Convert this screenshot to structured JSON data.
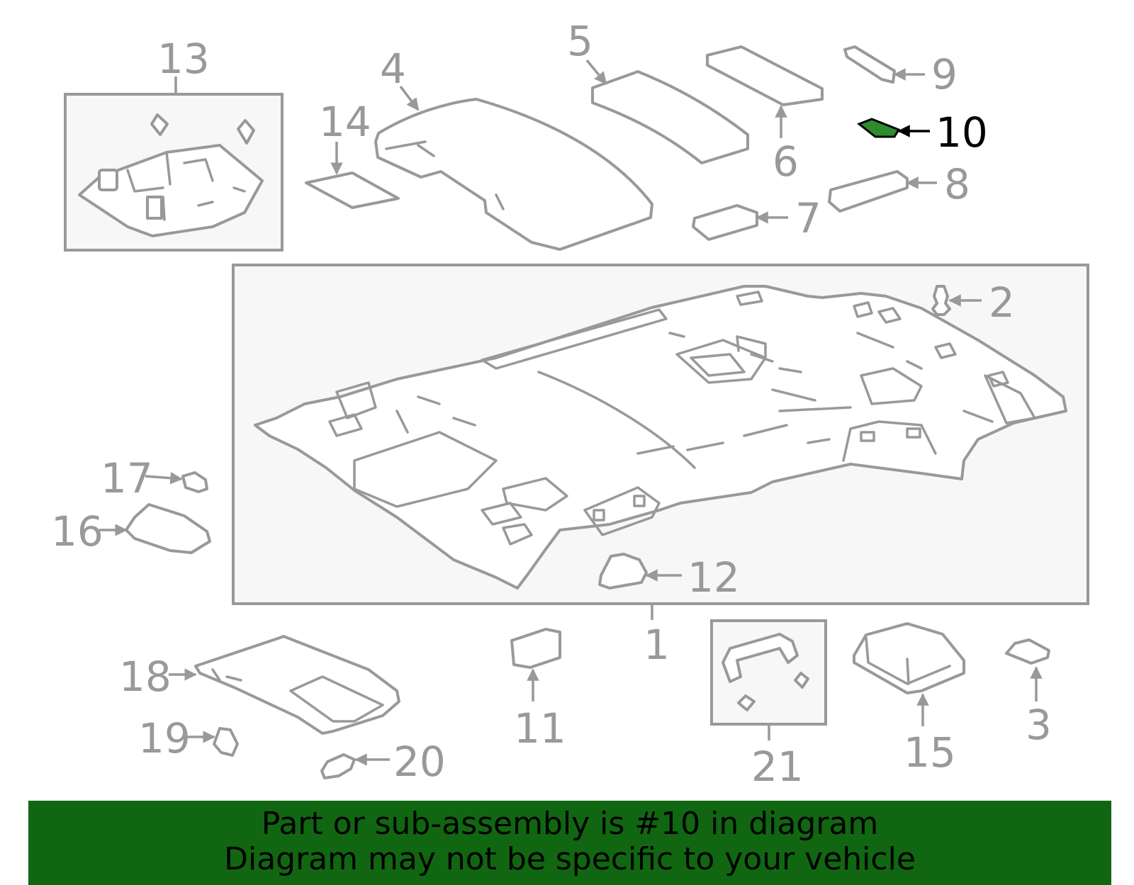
{
  "diagram": {
    "highlight_color": "#116611",
    "callouts": [
      {
        "id": "1",
        "label": "1",
        "highlighted": false
      },
      {
        "id": "2",
        "label": "2",
        "highlighted": false
      },
      {
        "id": "3",
        "label": "3",
        "highlighted": false
      },
      {
        "id": "4",
        "label": "4",
        "highlighted": false
      },
      {
        "id": "5",
        "label": "5",
        "highlighted": false
      },
      {
        "id": "6",
        "label": "6",
        "highlighted": false
      },
      {
        "id": "7",
        "label": "7",
        "highlighted": false
      },
      {
        "id": "8",
        "label": "8",
        "highlighted": false
      },
      {
        "id": "9",
        "label": "9",
        "highlighted": false
      },
      {
        "id": "10",
        "label": "10",
        "highlighted": true
      },
      {
        "id": "11",
        "label": "11",
        "highlighted": false
      },
      {
        "id": "12",
        "label": "12",
        "highlighted": false
      },
      {
        "id": "13",
        "label": "13",
        "highlighted": false
      },
      {
        "id": "14",
        "label": "14",
        "highlighted": false
      },
      {
        "id": "15",
        "label": "15",
        "highlighted": false
      },
      {
        "id": "16",
        "label": "16",
        "highlighted": false
      },
      {
        "id": "17",
        "label": "17",
        "highlighted": false
      },
      {
        "id": "18",
        "label": "18",
        "highlighted": false
      },
      {
        "id": "19",
        "label": "19",
        "highlighted": false
      },
      {
        "id": "20",
        "label": "20",
        "highlighted": false
      },
      {
        "id": "21",
        "label": "21",
        "highlighted": false
      }
    ]
  },
  "banner": {
    "line1": "Part or sub-assembly is #10 in diagram",
    "line2": "Diagram may not be specific to your vehicle",
    "background": "#116611"
  }
}
